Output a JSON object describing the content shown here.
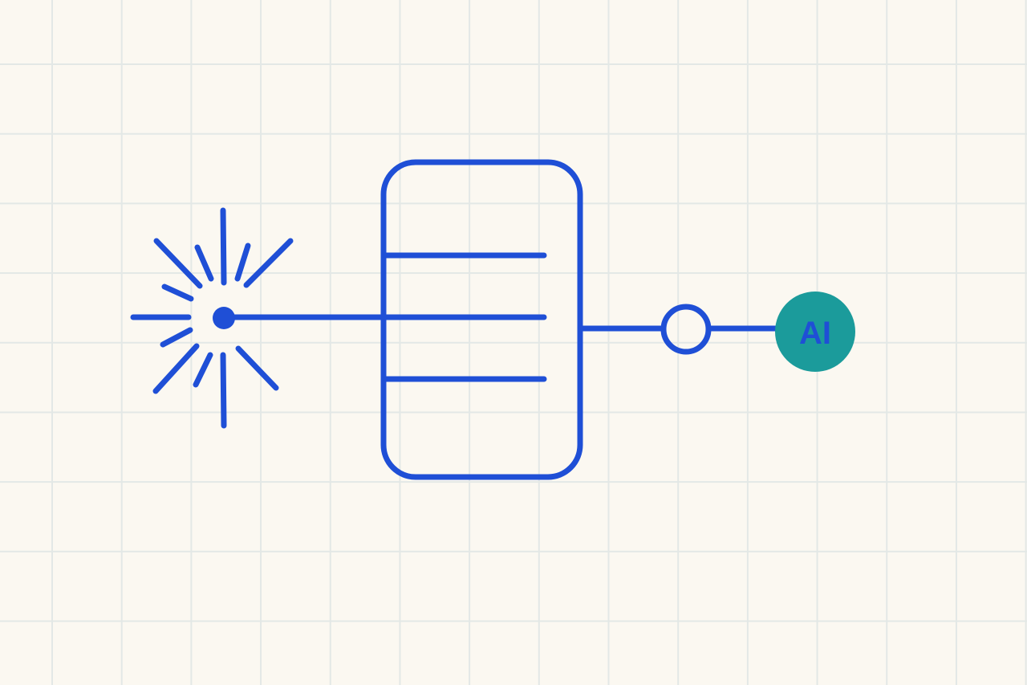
{
  "diagram": {
    "nodes": [
      {
        "id": "source",
        "kind": "burst-point"
      },
      {
        "id": "store",
        "kind": "rounded-panel-with-rows",
        "rows": 3
      },
      {
        "id": "junction",
        "kind": "hollow-circle"
      },
      {
        "id": "ai",
        "kind": "filled-circle",
        "label": "AI"
      }
    ],
    "edges": [
      {
        "from": "source",
        "to": "store"
      },
      {
        "from": "store",
        "to": "junction"
      },
      {
        "from": "junction",
        "to": "ai"
      }
    ]
  },
  "colors": {
    "background": "#fbf8f1",
    "grid": "#e3e8e6",
    "line": "#1f4fd6",
    "ai_fill": "#1b9b9b",
    "ai_text": "#1f4fd6"
  }
}
